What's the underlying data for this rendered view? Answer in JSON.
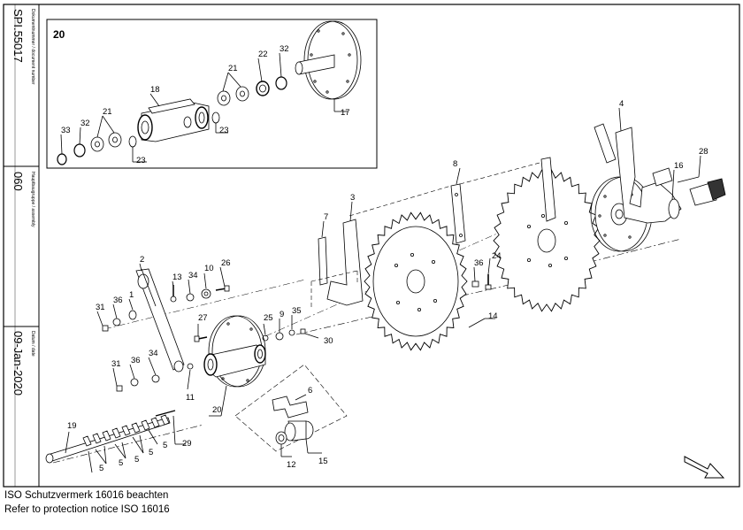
{
  "title_block": {
    "document_number_caption": "Dokumentnummer / document number",
    "document_number": "SPI.55017",
    "group_caption": "Hauptbaugruppe / assembly",
    "group_number": "060",
    "date_caption": "Datum / date",
    "date": "09-Jan-2020"
  },
  "detail_view": {
    "title": "20",
    "callouts": [
      "17",
      "18",
      "21",
      "21",
      "22",
      "23",
      "23",
      "32",
      "32",
      "33"
    ]
  },
  "callouts": [
    "1",
    "2",
    "3",
    "4",
    "5",
    "5",
    "5",
    "5",
    "5",
    "6",
    "7",
    "8",
    "9",
    "10",
    "11",
    "12",
    "13",
    "14",
    "15",
    "16",
    "19",
    "20",
    "24",
    "25",
    "26",
    "27",
    "28",
    "29",
    "30",
    "31",
    "31",
    "34",
    "34",
    "35",
    "36",
    "36",
    "36"
  ],
  "footer": {
    "line1": "ISO Schutzvermerk 16016 beachten",
    "line2": "Refer to protection notice ISO 16016"
  },
  "icons": [
    "direction-arrow-icon"
  ]
}
